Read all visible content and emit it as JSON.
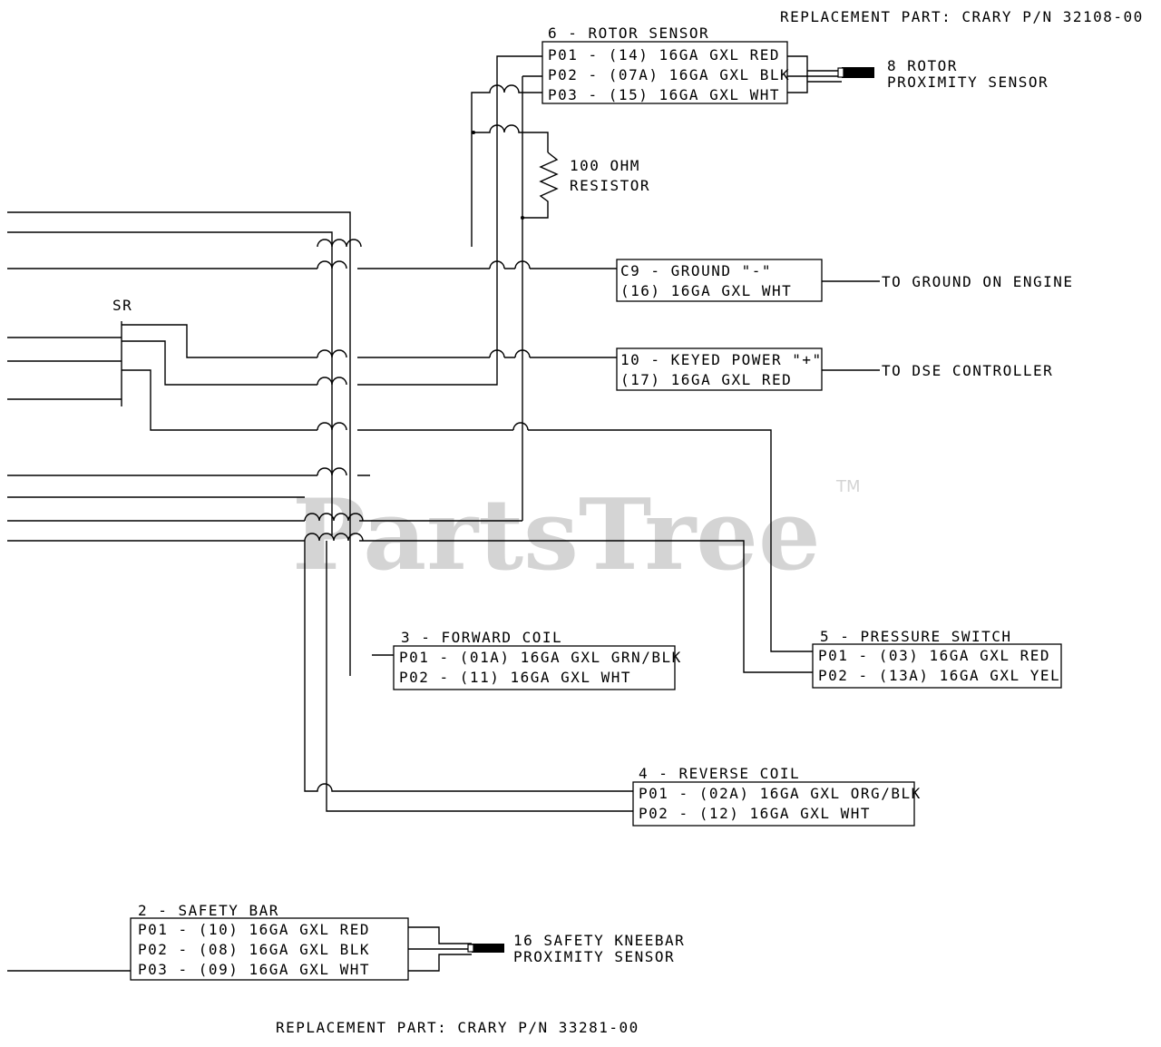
{
  "replacement_top": "REPLACEMENT PART:  CRARY P/N 32108-00",
  "replacement_bottom": "REPLACEMENT PART:  CRARY P/N 33281-00",
  "rotor_sensor": {
    "title": "6 - ROTOR SENSOR",
    "pins": [
      "P01 - (14) 16GA GXL RED",
      "P02 - (07A) 16GA GXL BLK",
      "P03 - (15) 16GA GXL WHT"
    ],
    "device_line1": "8 ROTOR",
    "device_line2": "PROXIMITY SENSOR"
  },
  "resistor": {
    "line1": "100 OHM",
    "line2": "RESISTOR"
  },
  "ground": {
    "line1": "C9 - GROUND \"-\"",
    "line2": "(16) 16GA GXL WHT",
    "destination": "TO GROUND ON ENGINE"
  },
  "keyed_power": {
    "line1": "10 - KEYED POWER \"+\"",
    "line2": "(17) 16GA GXL RED",
    "destination": "TO DSE CONTROLLER"
  },
  "sr_label": "SR",
  "forward_coil": {
    "title": "3 - FORWARD COIL",
    "pins": [
      "P01 - (01A) 16GA GXL GRN/BLK",
      "P02 - (11) 16GA GXL WHT"
    ]
  },
  "pressure_switch": {
    "title": "5 - PRESSURE SWITCH",
    "pins": [
      "P01 - (03) 16GA GXL RED",
      "P02 - (13A) 16GA GXL YEL"
    ]
  },
  "reverse_coil": {
    "title": "4 - REVERSE COIL",
    "pins": [
      "P01 - (02A) 16GA GXL ORG/BLK",
      "P02 - (12) 16GA GXL WHT"
    ]
  },
  "safety_bar": {
    "title": "2 - SAFETY BAR",
    "pins": [
      "P01 - (10) 16GA GXL RED",
      "P02 - (08) 16GA GXL BLK",
      "P03 - (09) 16GA GXL WHT"
    ],
    "device_line1": "16 SAFETY KNEEBAR",
    "device_line2": "PROXIMITY SENSOR"
  },
  "watermark": "PartsTree",
  "trademark": "TM"
}
